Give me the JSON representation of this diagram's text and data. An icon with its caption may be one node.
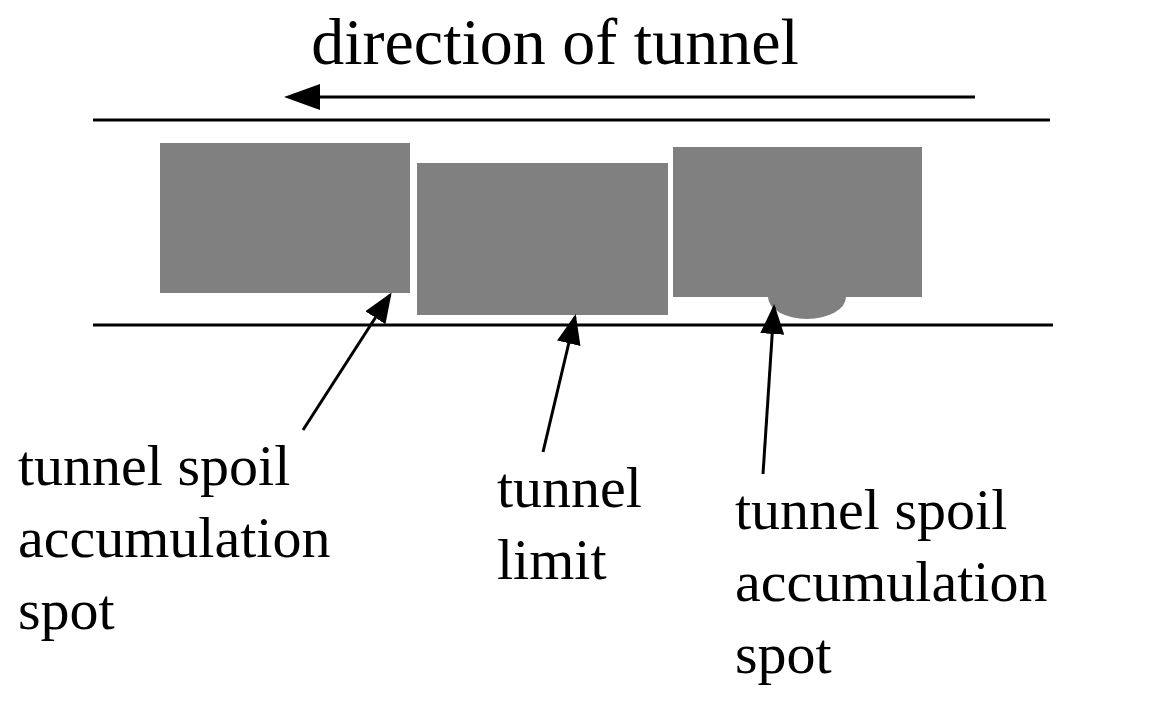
{
  "diagram": {
    "title": "direction of tunnel",
    "nodes": [
      {
        "text": [],
        "shape": "box"
      },
      {
        "text": [],
        "shape": "box"
      },
      {
        "text": [],
        "shape": "box"
      },
      {
        "text": [],
        "shape": "mound"
      },
      {
        "text": [
          "tunnel spoil accumulation spot"
        ]
      },
      {
        "text": [
          "tunnel limit"
        ]
      },
      {
        "text": [
          "tunnel spoil accumulation spot"
        ]
      }
    ],
    "edges": [
      {
        "from": 4,
        "to": 0,
        "arrow": "to"
      },
      {
        "from": 5,
        "to": 1,
        "arrow": "to"
      },
      {
        "from": 6,
        "to": 3,
        "arrow": "to"
      }
    ]
  }
}
